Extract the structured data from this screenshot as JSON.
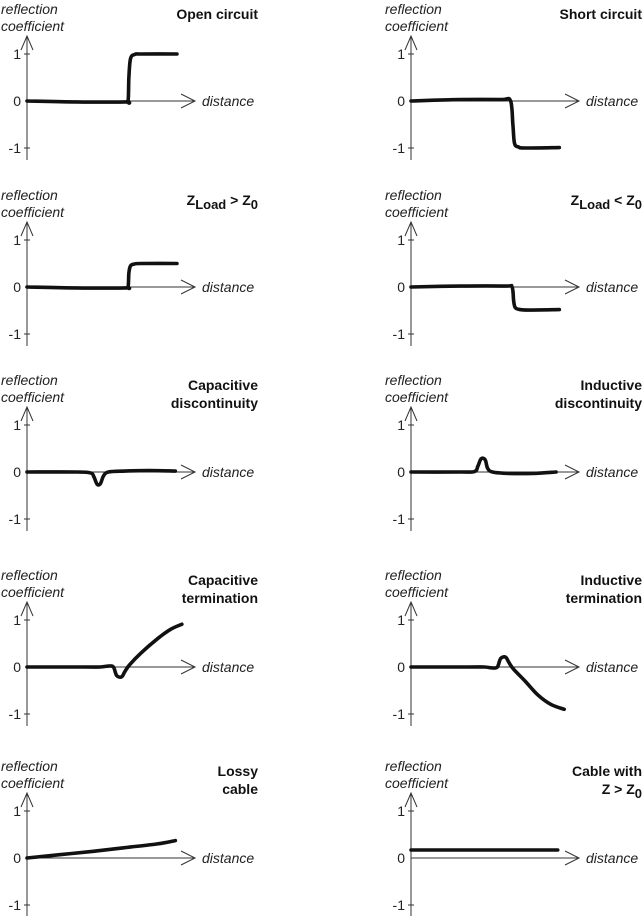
{
  "y_axis_label": [
    "reflection",
    "coefficient"
  ],
  "x_axis_label": "distance",
  "y_ticks": [
    "1",
    "0",
    "-1"
  ],
  "panels": [
    {
      "title": [
        [
          {
            "t": "Open circuit"
          }
        ]
      ],
      "curve": [
        [
          0,
          0
        ],
        [
          0.3,
          -0.02
        ],
        [
          0.6,
          -0.02
        ],
        [
          0.62,
          0
        ],
        [
          0.625,
          0.5
        ],
        [
          0.635,
          0.9
        ],
        [
          0.66,
          0.99
        ],
        [
          0.7,
          1
        ],
        [
          0.92,
          1
        ]
      ]
    },
    {
      "title": [
        [
          {
            "t": "Short circuit"
          }
        ]
      ],
      "curve": [
        [
          0,
          0
        ],
        [
          0.3,
          0.03
        ],
        [
          0.55,
          0.03
        ],
        [
          0.61,
          0.01
        ],
        [
          0.625,
          -0.5
        ],
        [
          0.635,
          -0.9
        ],
        [
          0.66,
          -0.98
        ],
        [
          0.7,
          -1
        ],
        [
          0.91,
          -0.99
        ]
      ]
    },
    {
      "title": [
        [
          {
            "t": "Z"
          },
          {
            "t": "Load",
            "sub": true
          },
          {
            "t": " > Z"
          },
          {
            "t": "0",
            "sub": true
          }
        ]
      ],
      "curve": [
        [
          0,
          0
        ],
        [
          0.3,
          -0.02
        ],
        [
          0.6,
          -0.02
        ],
        [
          0.62,
          0
        ],
        [
          0.625,
          0.3
        ],
        [
          0.635,
          0.45
        ],
        [
          0.66,
          0.49
        ],
        [
          0.7,
          0.5
        ],
        [
          0.92,
          0.5
        ]
      ]
    },
    {
      "title": [
        [
          {
            "t": "Z"
          },
          {
            "t": "Load",
            "sub": true
          },
          {
            "t": " < Z"
          },
          {
            "t": "0",
            "sub": true
          }
        ]
      ],
      "curve": [
        [
          0,
          0
        ],
        [
          0.3,
          0.02
        ],
        [
          0.58,
          0.02
        ],
        [
          0.62,
          0.0
        ],
        [
          0.63,
          -0.3
        ],
        [
          0.64,
          -0.44
        ],
        [
          0.67,
          -0.48
        ],
        [
          0.72,
          -0.49
        ],
        [
          0.91,
          -0.48
        ]
      ]
    },
    {
      "title": [
        [
          {
            "t": "Capacitive"
          }
        ],
        [
          {
            "t": "discontinuity"
          }
        ]
      ],
      "curve": [
        [
          0,
          0
        ],
        [
          0.3,
          0
        ],
        [
          0.39,
          -0.02
        ],
        [
          0.41,
          -0.1
        ],
        [
          0.43,
          -0.26
        ],
        [
          0.45,
          -0.25
        ],
        [
          0.47,
          -0.08
        ],
        [
          0.5,
          0
        ],
        [
          0.6,
          0.02
        ],
        [
          0.75,
          0.03
        ],
        [
          0.91,
          0.02
        ]
      ]
    },
    {
      "title": [
        [
          {
            "t": "Inductive"
          }
        ],
        [
          {
            "t": "discontinuity"
          }
        ]
      ],
      "curve": [
        [
          0,
          0
        ],
        [
          0.3,
          0
        ],
        [
          0.39,
          0.01
        ],
        [
          0.41,
          0.12
        ],
        [
          0.43,
          0.28
        ],
        [
          0.455,
          0.26
        ],
        [
          0.47,
          0.08
        ],
        [
          0.5,
          0
        ],
        [
          0.6,
          -0.03
        ],
        [
          0.75,
          -0.03
        ],
        [
          0.89,
          0
        ]
      ]
    },
    {
      "title": [
        [
          {
            "t": "Capacitive"
          }
        ],
        [
          {
            "t": "termination"
          }
        ]
      ],
      "curve": [
        [
          0,
          0
        ],
        [
          0.35,
          0
        ],
        [
          0.45,
          0
        ],
        [
          0.5,
          0.02
        ],
        [
          0.53,
          0
        ],
        [
          0.55,
          -0.18
        ],
        [
          0.58,
          -0.21
        ],
        [
          0.6,
          -0.1
        ],
        [
          0.63,
          0.05
        ],
        [
          0.7,
          0.3
        ],
        [
          0.8,
          0.6
        ],
        [
          0.88,
          0.8
        ],
        [
          0.95,
          0.91
        ]
      ]
    },
    {
      "title": [
        [
          {
            "t": "Inductive"
          }
        ],
        [
          {
            "t": "termination"
          }
        ]
      ],
      "curve": [
        [
          0,
          0
        ],
        [
          0.35,
          0
        ],
        [
          0.45,
          0
        ],
        [
          0.5,
          -0.02
        ],
        [
          0.53,
          0
        ],
        [
          0.55,
          0.18
        ],
        [
          0.58,
          0.21
        ],
        [
          0.6,
          0.1
        ],
        [
          0.63,
          -0.05
        ],
        [
          0.7,
          -0.3
        ],
        [
          0.78,
          -0.6
        ],
        [
          0.86,
          -0.8
        ],
        [
          0.94,
          -0.9
        ]
      ]
    },
    {
      "title": [
        [
          {
            "t": "Lossy"
          }
        ],
        [
          {
            "t": "cable"
          }
        ]
      ],
      "curve": [
        [
          0,
          0
        ],
        [
          0.2,
          0.07
        ],
        [
          0.4,
          0.14
        ],
        [
          0.6,
          0.22
        ],
        [
          0.8,
          0.3
        ],
        [
          0.91,
          0.37
        ]
      ]
    },
    {
      "title": [
        [
          {
            "t": "Cable with"
          }
        ],
        [
          {
            "t": "Z > Z"
          },
          {
            "t": "0",
            "sub": true
          }
        ]
      ],
      "curve": [
        [
          0,
          0.17
        ],
        [
          0.9,
          0.17
        ]
      ]
    }
  ]
}
